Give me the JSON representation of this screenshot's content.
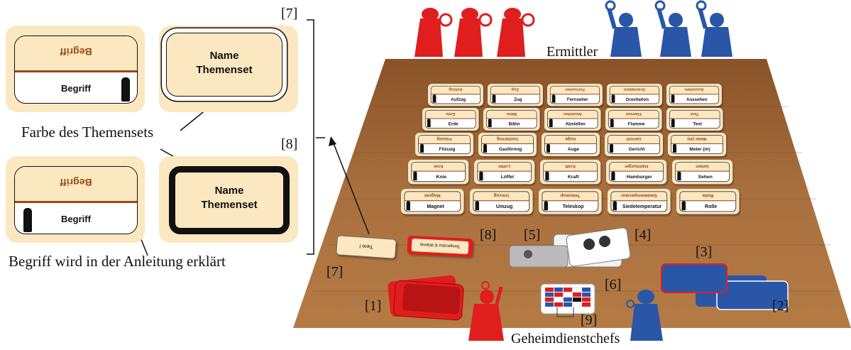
{
  "legend": {
    "word_card_top": "Begriff",
    "word_card_bottom": "Begriff",
    "theme_card_name": "Name",
    "theme_card_set": "Themenset",
    "caption_color": "Farbe des Themensets",
    "caption_explained": "Begriff wird in der Anleitung erklärt"
  },
  "labels": {
    "investigators": "Ermittler",
    "spymasters": "Geheimdienstchefs"
  },
  "refs": {
    "r1": "[1]",
    "r2": "[2]",
    "r3": "[3]",
    "r4": "[4]",
    "r5": "[5]",
    "r6": "[6]",
    "r7a": "[7]",
    "r7b": "[7]",
    "r8a": "[8]",
    "r8b": "[8]",
    "r9": "[9]"
  },
  "board": {
    "rows": [
      [
        {
          "top": "Aufzug",
          "bottom": "Aufzug"
        },
        {
          "top": "Zug",
          "bottom": "Zug"
        },
        {
          "top": "Fernseher",
          "bottom": "Fernseher"
        },
        {
          "top": "Gravitation",
          "bottom": "Gravitation"
        },
        {
          "top": "Aussehen",
          "bottom": "Aussehen"
        }
      ],
      [
        {
          "top": "Erde",
          "bottom": "Erde"
        },
        {
          "top": "Bähn",
          "bottom": "Bähn"
        },
        {
          "top": "Abstellen",
          "bottom": "Abstellen"
        },
        {
          "top": "Flamme",
          "bottom": "Flamme"
        },
        {
          "top": "Test",
          "bottom": "Test"
        }
      ],
      [
        {
          "top": "Flüssig",
          "bottom": "Flüssig"
        },
        {
          "top": "Gasförmig",
          "bottom": "Gasförmig"
        },
        {
          "top": "Auge",
          "bottom": "Auge"
        },
        {
          "top": "Gericht",
          "bottom": "Gericht"
        },
        {
          "top": "Meter (m)",
          "bottom": "Meter (m)"
        }
      ],
      [
        {
          "top": "Knie",
          "bottom": "Knie"
        },
        {
          "top": "Löffel",
          "bottom": "Löffel"
        },
        {
          "top": "Kraft",
          "bottom": "Kraft"
        },
        {
          "top": "Hamburger",
          "bottom": "Hamburger"
        },
        {
          "top": "Sehen",
          "bottom": "Sehen"
        }
      ],
      [
        {
          "top": "Magnet",
          "bottom": "Magnet"
        },
        {
          "top": "Umzug",
          "bottom": "Umzug"
        },
        {
          "top": "Teleskop",
          "bottom": "Teleskop"
        },
        {
          "top": "Siedetemperatur",
          "bottom": "Siedetemperatur"
        },
        {
          "top": "Rolle",
          "bottom": "Rolle"
        }
      ]
    ]
  },
  "pile_cards": {
    "theme_card_text": "Tiere I",
    "red_card_text": "Temperatur & Wärme"
  },
  "colors": {
    "red_team": "#e01e1e",
    "blue_team": "#2a56a8",
    "card_cream": "#fbe7c0",
    "accent_brown": "#9a4a16",
    "table_wood": "#a86a3a"
  }
}
